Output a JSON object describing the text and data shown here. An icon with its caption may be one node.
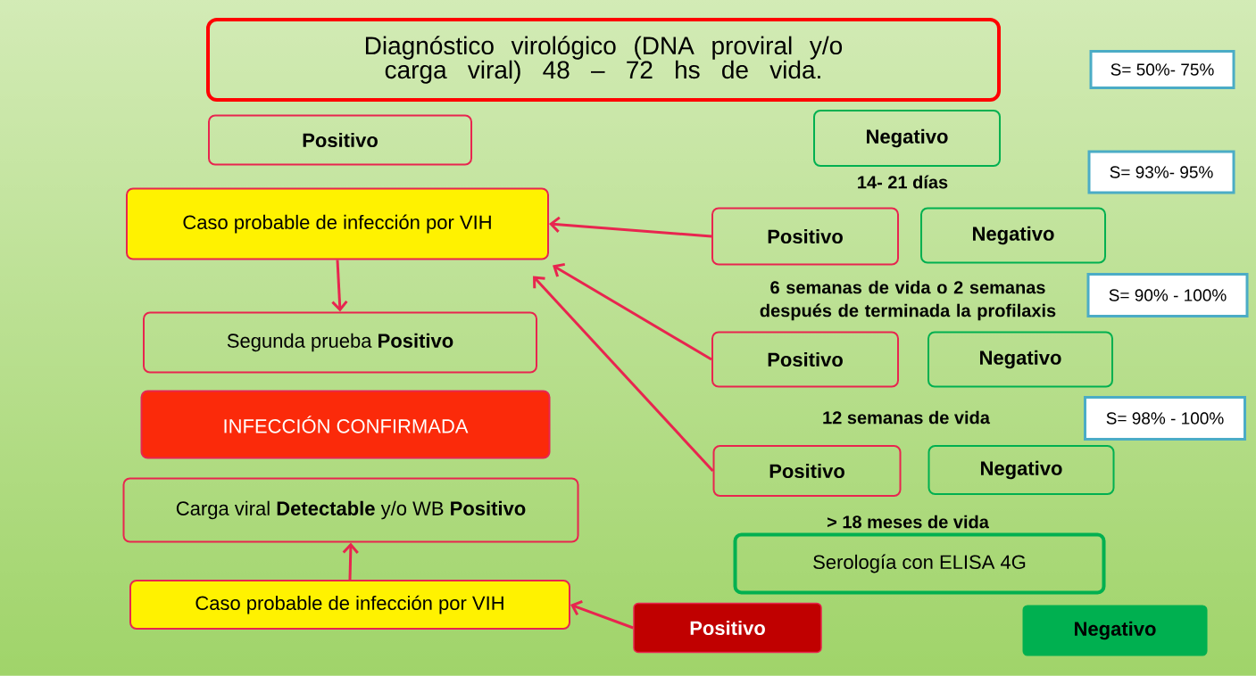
{
  "diagram": {
    "nodes": [
      {
        "text": [
          "Diagnóstico virológico (DNA proviral y/o carga viral) 48 – 72 hs de vida."
        ]
      },
      {
        "text": [
          "S= 50%- 75%"
        ]
      },
      {
        "text": [
          "Positivo"
        ]
      },
      {
        "text": [
          "Negativo"
        ]
      },
      {
        "text": [
          "S= 93%- 95%"
        ]
      },
      {
        "text": [
          "Caso probable de infección por VIH"
        ]
      },
      {
        "text": [
          "Positivo"
        ]
      },
      {
        "text": [
          "Negativo"
        ]
      },
      {
        "text": [
          "S= 90% - 100%"
        ]
      },
      {
        "text": [
          "Segunda prueba **Positivo**"
        ]
      },
      {
        "text": [
          "Positivo"
        ]
      },
      {
        "text": [
          "Negativo"
        ]
      },
      {
        "text": [
          "S= 98% - 100%"
        ]
      },
      {
        "text": [
          "INFECCIÓN CONFIRMADA"
        ]
      },
      {
        "text": [
          "Positivo"
        ]
      },
      {
        "text": [
          "Negativo"
        ]
      },
      {
        "text": [
          "Carga viral **Detectable** y/o WB **Positivo**"
        ]
      },
      {
        "text": [
          "Serología con ELISA 4G"
        ]
      },
      {
        "text": [
          "Caso probable de infección por VIH"
        ]
      },
      {
        "text": [
          "Positivo"
        ]
      },
      {
        "text": [
          "Negativo"
        ]
      }
    ],
    "edges": [
      {
        "from": 6,
        "to": 5,
        "arrow": "to"
      },
      {
        "from": 10,
        "to": 5,
        "arrow": "to"
      },
      {
        "from": 14,
        "to": 5,
        "arrow": "to"
      },
      {
        "from": 5,
        "to": 9,
        "arrow": "to"
      },
      {
        "from": 19,
        "to": 18,
        "arrow": "to"
      },
      {
        "from": 18,
        "to": 16,
        "arrow": "to"
      }
    ],
    "labels": [
      "14- 21 días",
      "6 semanas de vida o 2 semanas después de terminada la profilaxis",
      "12 semanas de vida",
      "> 18 meses de vida"
    ]
  }
}
